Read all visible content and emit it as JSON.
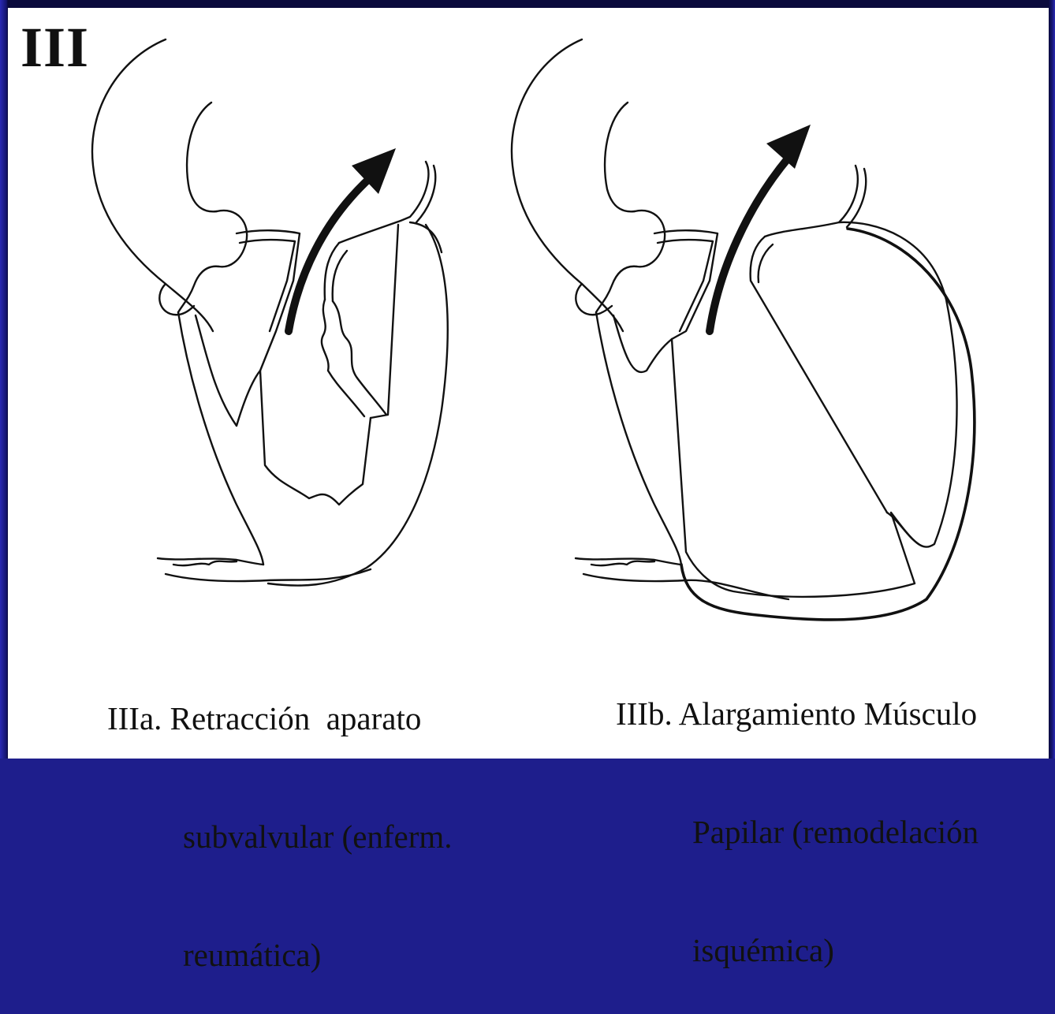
{
  "figure": {
    "title": "III"
  },
  "panels": [
    {
      "id": "IIIa",
      "caption_lines": [
        "IIIa. Retracción  aparato",
        "subvalvular (enferm.",
        "reumática)"
      ]
    },
    {
      "id": "IIIb",
      "caption_lines": [
        "IIIb. Alargamiento Músculo",
        "Papilar (remodelación",
        "isquémica)"
      ]
    }
  ],
  "colors": {
    "frame": "#1e1e8c",
    "background": "#ffffff",
    "line": "#111111"
  }
}
